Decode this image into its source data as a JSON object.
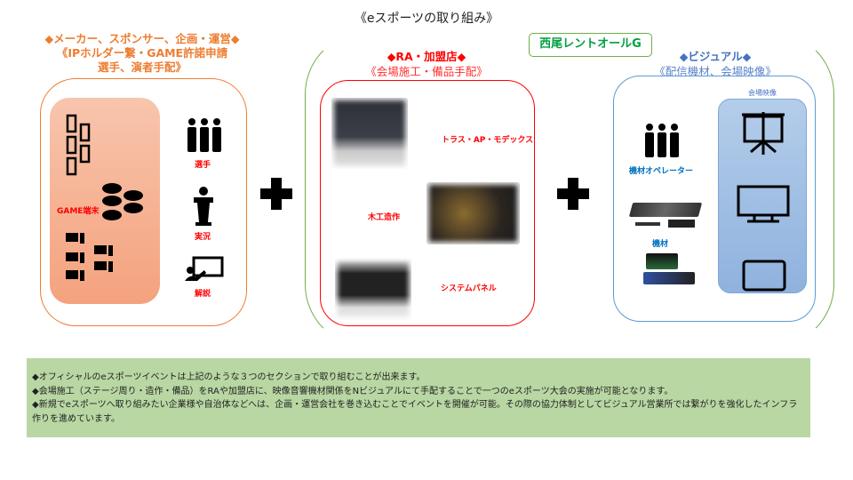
{
  "title": "《eスポーツの取り組み》",
  "group_label": "西尾レントオールG",
  "left": {
    "heading": "◆メーカー、スポンサー、企画・運営◆",
    "sub1": "《IPホルダー繋・GAME許諾申請",
    "sub2": "選手、演者手配》",
    "game_label": "GAME端末",
    "items": [
      "選手",
      "実況",
      "解説"
    ]
  },
  "middle": {
    "heading": "◆RA・加盟店◆",
    "sub": "《会場施工・備品手配》",
    "items": [
      "トラス・AP・モデックス",
      "木工造作",
      "システムパネル"
    ]
  },
  "right": {
    "heading": "◆ビジュアル◆",
    "sub": "《配信機材、会場映像》",
    "operator_label": "機材オペレーター",
    "equipment_label": "機材",
    "venue_label": "会場映像"
  },
  "notes": [
    "◆オフィシャルのeスポーツイベントは上記のような３つのセクションで取り組むことが出来ます。",
    "◆会場施工（ステージ周り・造作・備品）をRAや加盟店に、映像音響機材関係をNビジュアルにて手配することで一つのeスポーツ大会の実施が可能となります。",
    "◆新規でeスポーツへ取り組みたい企業様や自治体などへは、企画・運営会社を巻き込むことでイベントを開催が可能。その際の協力体制としてビジュアル営業所では繋がりを強化したインフラ作りを進めています。"
  ],
  "colors": {
    "orange": "#ed7d31",
    "red": "#ff0000",
    "blue": "#4472c4",
    "green": "#70ad47",
    "note_bg": "#b8d7a3"
  }
}
